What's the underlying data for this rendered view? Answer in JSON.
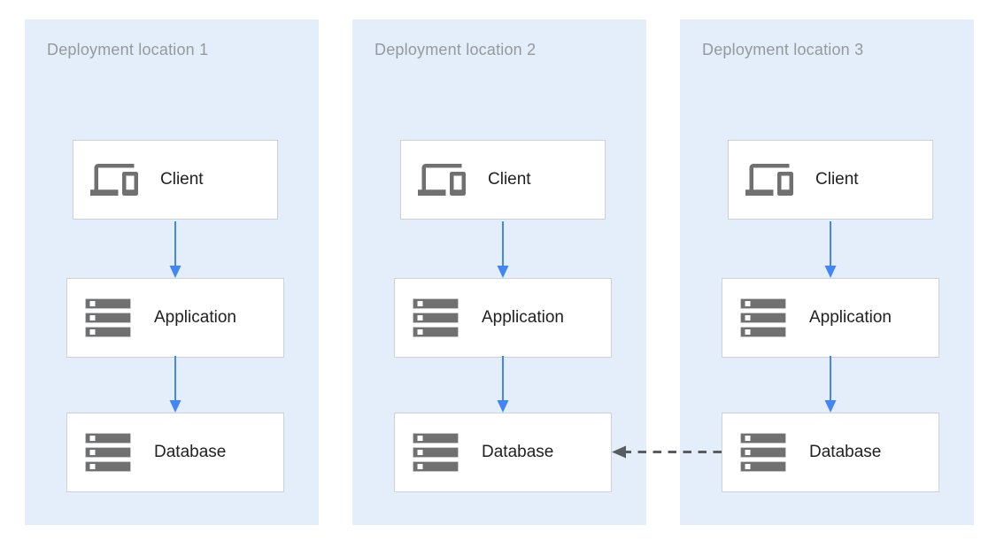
{
  "panels": [
    {
      "title": "Deployment location 1",
      "nodes": [
        {
          "id": "client",
          "label": "Client",
          "icon": "devices-icon"
        },
        {
          "id": "application",
          "label": "Application",
          "icon": "server-stack-icon"
        },
        {
          "id": "database",
          "label": "Database",
          "icon": "server-stack-icon"
        }
      ]
    },
    {
      "title": "Deployment location 2",
      "nodes": [
        {
          "id": "client",
          "label": "Client",
          "icon": "devices-icon"
        },
        {
          "id": "application",
          "label": "Application",
          "icon": "server-stack-icon"
        },
        {
          "id": "database",
          "label": "Database",
          "icon": "server-stack-icon"
        }
      ]
    },
    {
      "title": "Deployment location 3",
      "nodes": [
        {
          "id": "client",
          "label": "Client",
          "icon": "devices-icon"
        },
        {
          "id": "application",
          "label": "Application",
          "icon": "server-stack-icon"
        },
        {
          "id": "database",
          "label": "Database",
          "icon": "server-stack-icon"
        }
      ]
    }
  ],
  "edges": [
    {
      "from": "location-1.client",
      "to": "location-1.application",
      "style": "solid-blue-arrow"
    },
    {
      "from": "location-1.application",
      "to": "location-1.database",
      "style": "solid-blue-arrow"
    },
    {
      "from": "location-2.client",
      "to": "location-2.application",
      "style": "solid-blue-arrow"
    },
    {
      "from": "location-2.application",
      "to": "location-2.database",
      "style": "solid-blue-arrow"
    },
    {
      "from": "location-3.client",
      "to": "location-3.application",
      "style": "solid-blue-arrow"
    },
    {
      "from": "location-3.application",
      "to": "location-3.database",
      "style": "solid-blue-arrow"
    },
    {
      "from": "location-3.database",
      "to": "location-2.database",
      "style": "dashed-gray-arrow"
    }
  ],
  "colors": {
    "panel_bg": "#e3eefa",
    "panel_title_text": "#95999d",
    "node_bg": "#ffffff",
    "node_border": "#cdd2d7",
    "node_text": "#212121",
    "icon_gray": "#707070",
    "flow_arrow_blue": "#4285f4",
    "replication_arrow_gray": "#5a5d60"
  }
}
